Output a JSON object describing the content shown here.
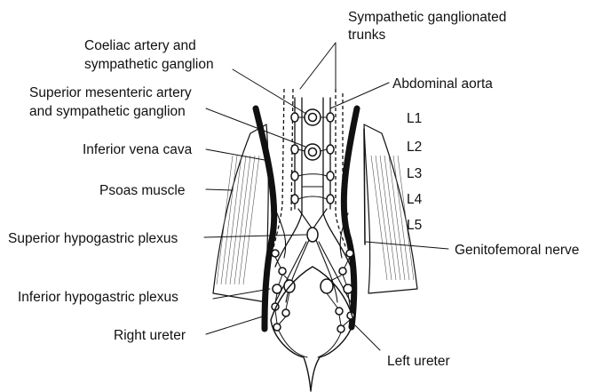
{
  "labels": {
    "sympathetic_trunks_line1": "Sympathetic ganglionated",
    "sympathetic_trunks_line2": "trunks",
    "coeliac_line1": "Coeliac artery and",
    "coeliac_line2": "sympathetic ganglion",
    "abdominal_aorta": "Abdominal aorta",
    "sup_mesenteric_line1": "Superior mesenteric artery",
    "sup_mesenteric_line2": "and sympathetic ganglion",
    "inferior_vena_cava": "Inferior vena cava",
    "psoas_muscle": "Psoas muscle",
    "superior_hypogastric_plexus": "Superior hypogastric plexus",
    "genitofemoral_nerve": "Genitofemoral nerve",
    "inferior_hypogastric_plexus": "Inferior hypogastric plexus",
    "right_ureter": "Right ureter",
    "left_ureter": "Left ureter"
  },
  "vertebral_levels": [
    "L1",
    "L2",
    "L3",
    "L4",
    "L5"
  ]
}
